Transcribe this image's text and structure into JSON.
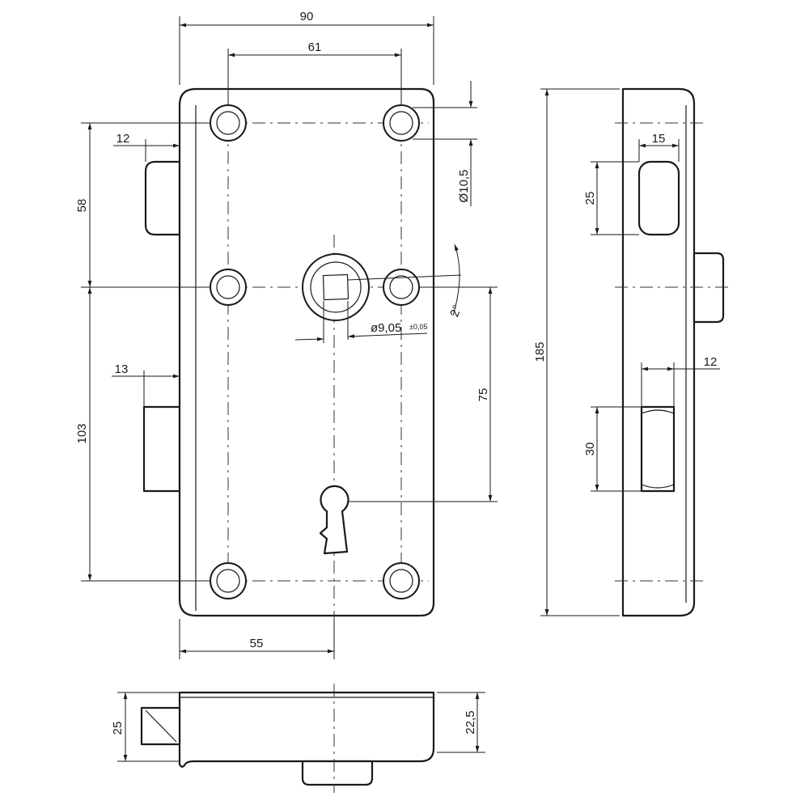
{
  "dimensions": {
    "width_total": "90",
    "hole_spacing_top": "61",
    "hole_diameter": "Ø10,5",
    "left_bolt_width": "12",
    "upper_height": "58",
    "latch_width": "13",
    "lower_height": "103",
    "spindle_diameter": "ø9,05",
    "spindle_tolerance": "±0,05",
    "angle": "2°",
    "keyhole_offset": "75",
    "keyhole_from_edge": "55",
    "side_height": "185",
    "side_slot_width": "15",
    "side_slot_height": "25",
    "side_latch_width": "12",
    "side_latch_height": "30",
    "bottom_bolt_height": "25",
    "bottom_case_depth": "22,5"
  },
  "colors": {
    "line": "#1a1a1a",
    "background": "#ffffff"
  }
}
